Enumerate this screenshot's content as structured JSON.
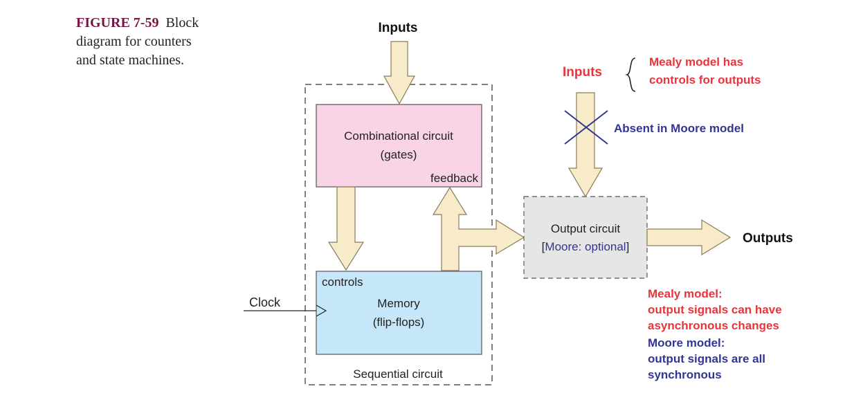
{
  "caption": {
    "figure_number": "FIGURE 7-59",
    "text": "Block diagram for counters and state machines."
  },
  "colors": {
    "arrow_fill": "#f7ebc9",
    "arrow_stroke": "#8a7a5a",
    "comb_fill": "#f9d3e6",
    "memory_fill": "#c5e7f9",
    "output_fill": "#e6e6e6",
    "red": "#e8343b",
    "blue": "#313593"
  },
  "diagram": {
    "inputs_top": "Inputs",
    "comb_line1": "Combinational circuit",
    "comb_line2": "(gates)",
    "feedback": "feedback",
    "controls": "controls",
    "clock": "Clock",
    "memory_line1": "Memory",
    "memory_line2": "(flip-flops)",
    "sequential": "Sequential circuit",
    "output_line1": "Output circuit",
    "output_bracket_open": "[",
    "output_moore": "Moore: optional",
    "output_bracket_close": "]",
    "outputs": "Outputs",
    "mealy_inputs": "Inputs",
    "mealy_note_line1": "Mealy model has",
    "mealy_note_line2": "controls for outputs",
    "absent": "Absent in Moore model",
    "mealy_model_title": "Mealy model:",
    "mealy_model_line1": "output signals can have",
    "mealy_model_line2": "asynchronous changes",
    "moore_model_title": "Moore model:",
    "moore_model_line1": "output signals are all",
    "moore_model_line2": "synchronous"
  }
}
